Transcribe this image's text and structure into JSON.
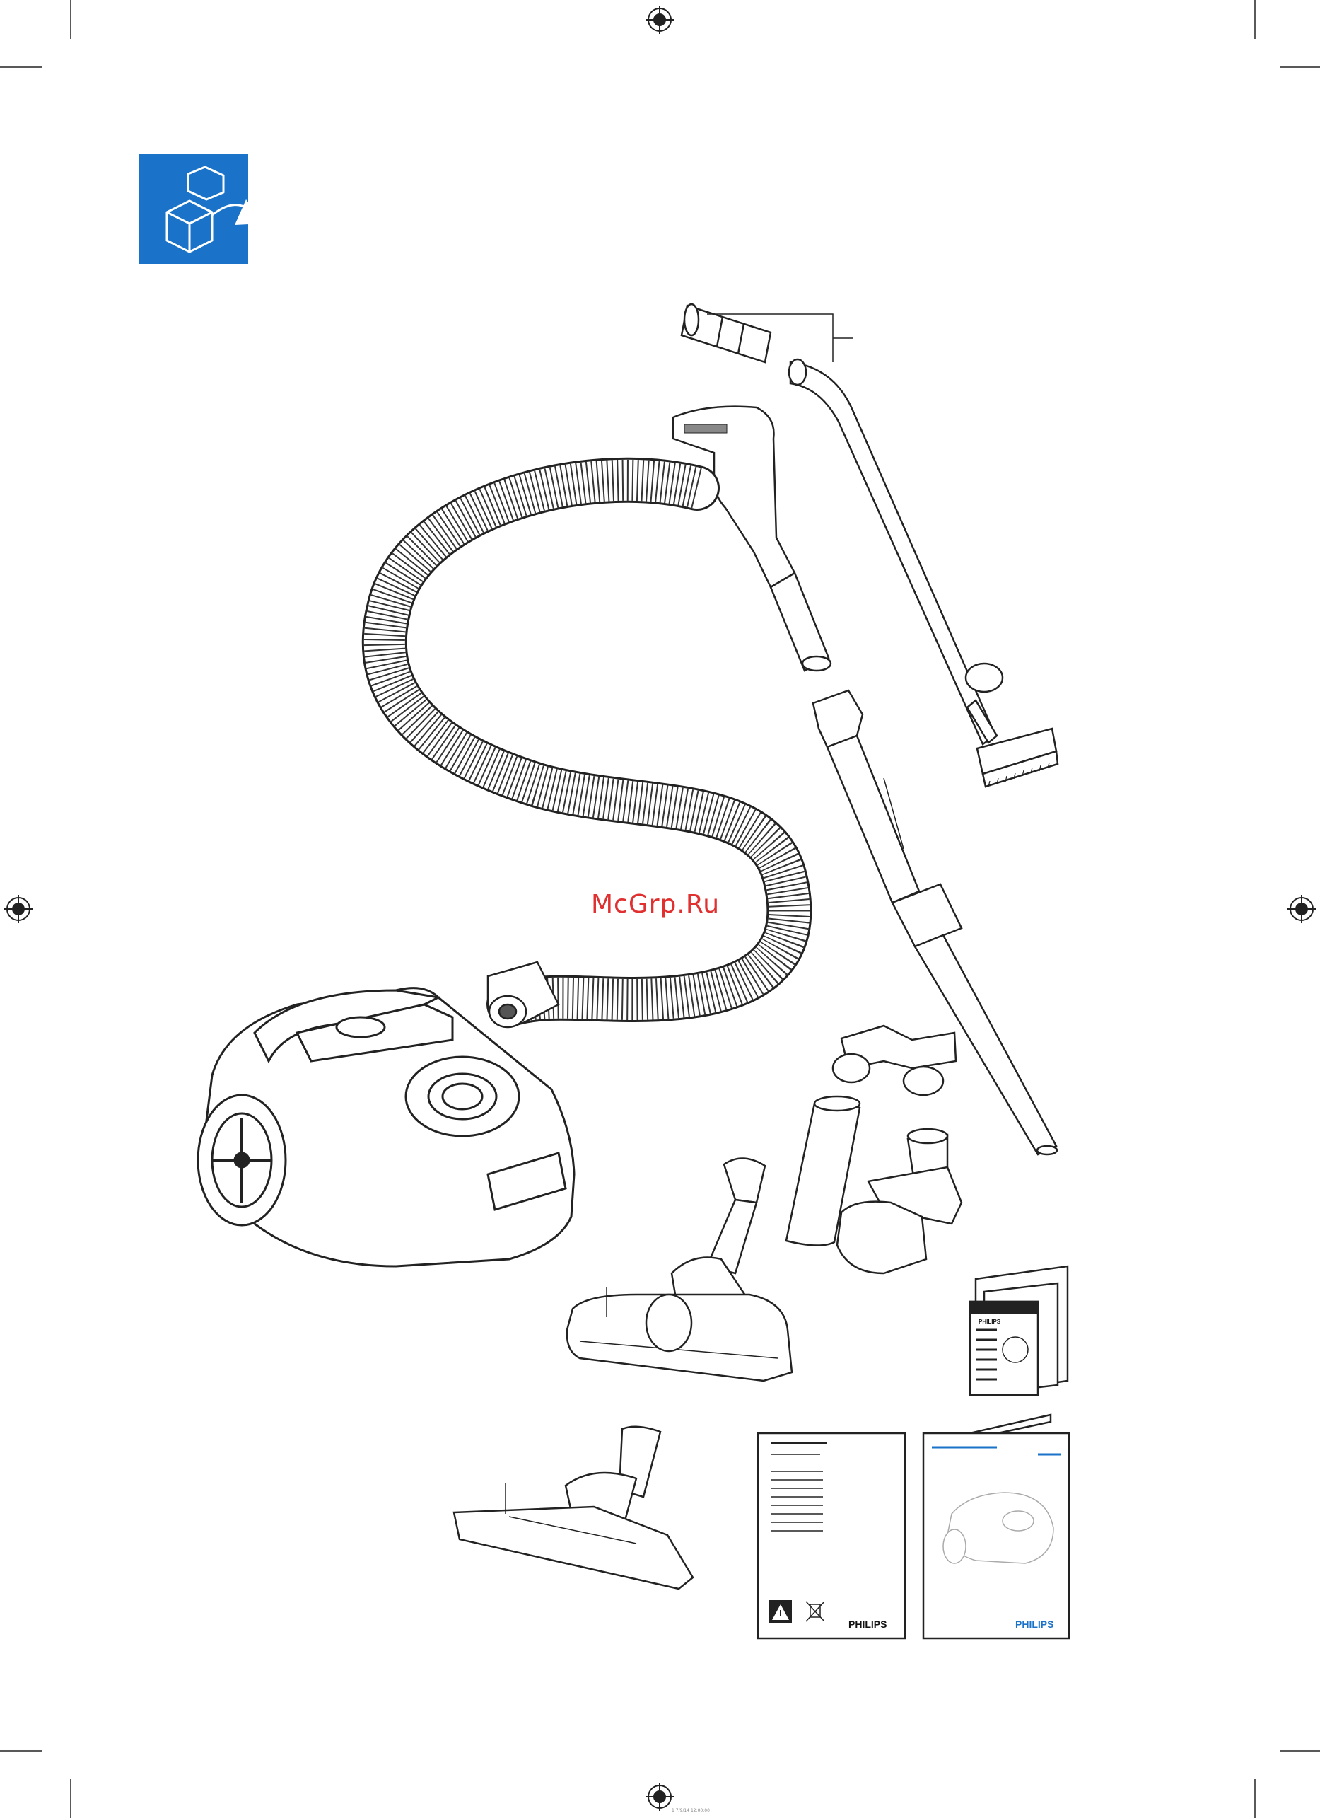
{
  "watermark": "McGrp.Ru",
  "brands": {
    "leaflet": "PHILIPS",
    "warranty_card": "PHILIPS",
    "user_manual": "PHILIPS"
  },
  "colors": {
    "accent": "#1a73c8",
    "watermark": "#e03030",
    "line": "#222222"
  },
  "icons": [
    "unpack-box-icon",
    "registration-mark-icon",
    "warning-icon",
    "weee-bin-icon"
  ],
  "footer_text": "1 7/9/14 12:00:00"
}
